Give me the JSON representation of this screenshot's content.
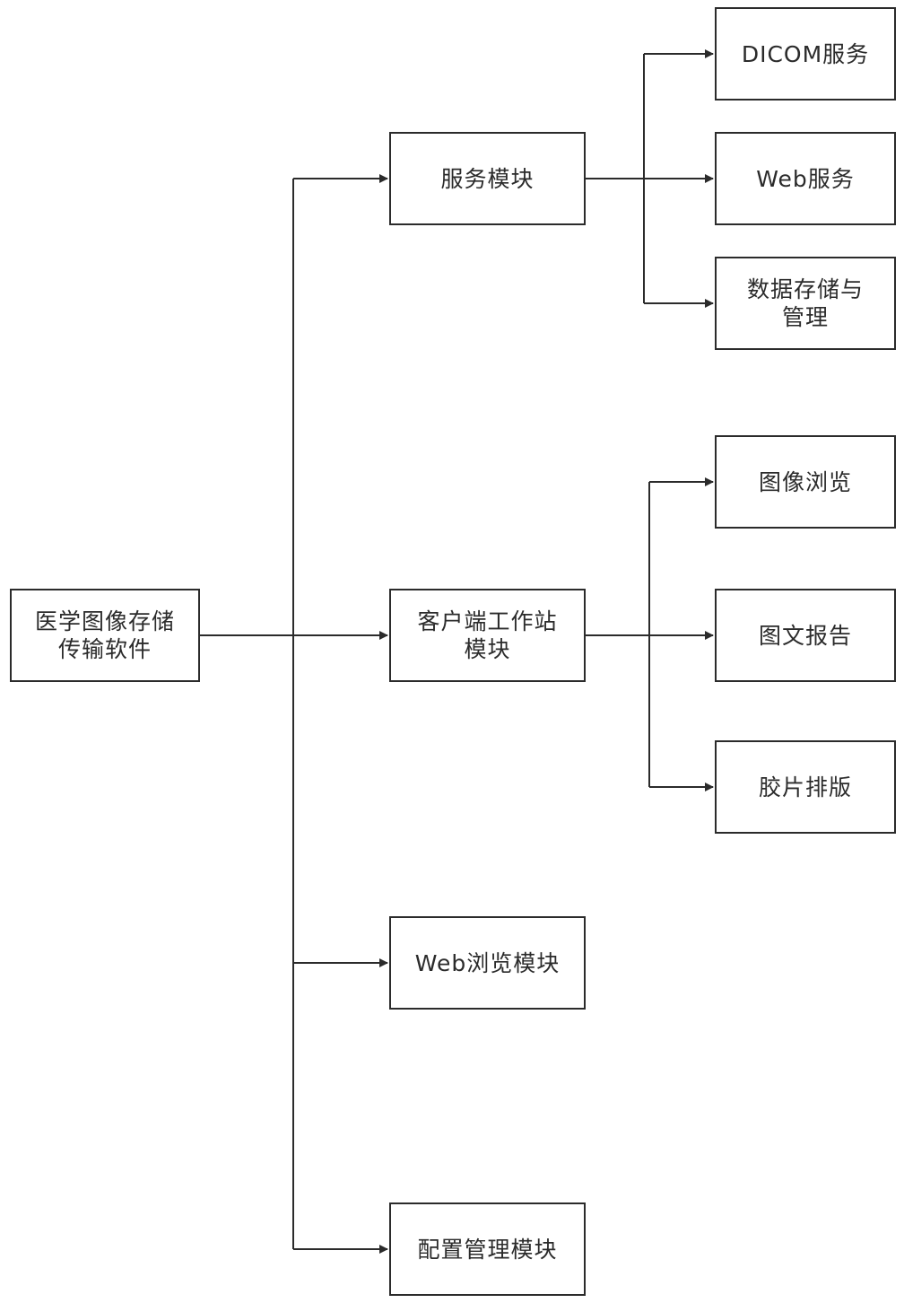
{
  "diagram": {
    "line_color": "#2b2b2b",
    "root": {
      "label": "医学图像存储\n传输软件"
    },
    "modules": {
      "service": {
        "label": "服务模块",
        "children": {
          "dicom": "DICOM服务",
          "web": "Web服务",
          "storage": "数据存储与\n管理"
        }
      },
      "client": {
        "label": "客户端工作站\n模块",
        "children": {
          "image_browse": "图像浏览",
          "report": "图文报告",
          "film": "胶片排版"
        }
      },
      "web_browse": {
        "label": "Web浏览模块"
      },
      "config": {
        "label": "配置管理模块"
      }
    }
  }
}
